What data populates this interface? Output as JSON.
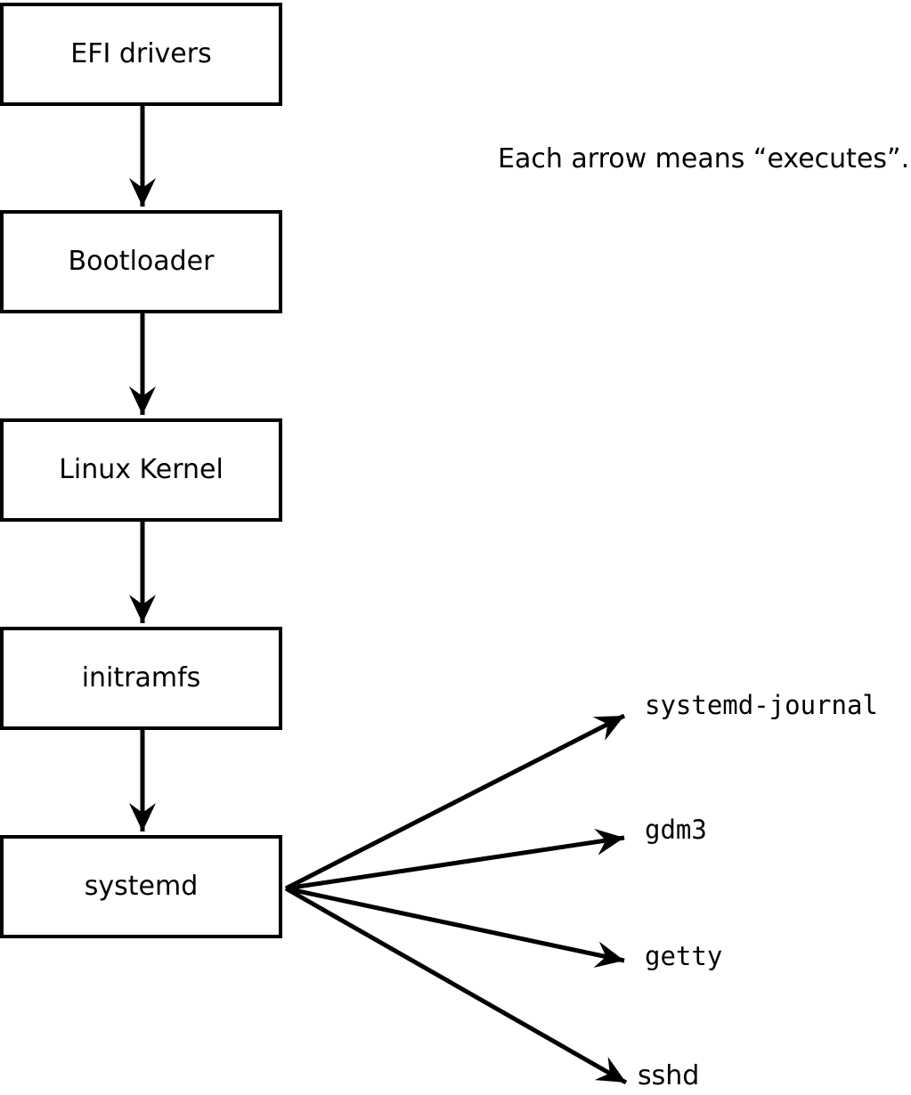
{
  "note": "Each arrow means “executes”.",
  "chain": [
    {
      "label": "EFI drivers"
    },
    {
      "label": "Bootloader"
    },
    {
      "label": "Linux Kernel"
    },
    {
      "label": "initramfs"
    },
    {
      "label": "systemd"
    }
  ],
  "spawned": [
    {
      "label": "systemd-journal"
    },
    {
      "label": "gdm3"
    },
    {
      "label": "getty"
    },
    {
      "label": "sshd"
    }
  ],
  "arrow_meaning": "executes",
  "colors": {
    "stroke": "#000000",
    "box_fill": "#ffffff",
    "background": "#ffffff"
  }
}
